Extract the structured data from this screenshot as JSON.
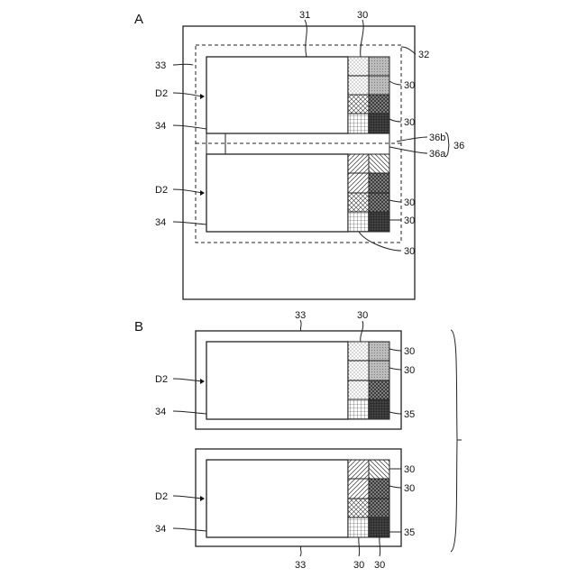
{
  "figure_a": {
    "title": "A",
    "labels": {
      "n31": "31",
      "n30_top": "30",
      "n32": "32",
      "n33": "33",
      "n30_r1": "30",
      "d2_upper": "D2",
      "n34_upper": "34",
      "n30_r2": "30",
      "n36b": "36b",
      "n36": "36",
      "n36a": "36a",
      "d2_lower": "D2",
      "n30_r3": "30",
      "n34_lower": "34",
      "n30_r4": "30",
      "n30_bottom": "30"
    }
  },
  "figure_b": {
    "title": "B",
    "labels": {
      "n33_top": "33",
      "n30_top": "30",
      "n30_r1": "30",
      "n30_r2": "30",
      "d2_upper": "D2",
      "n34_upper": "34",
      "n35_upper": "35",
      "n30_r3": "30",
      "n30_r4": "30",
      "d2_lower": "D2",
      "n34_lower": "34",
      "n35_lower": "35",
      "n33_bottom": "33",
      "n30_bottom_left": "30",
      "n30_bottom_right": "30"
    }
  }
}
